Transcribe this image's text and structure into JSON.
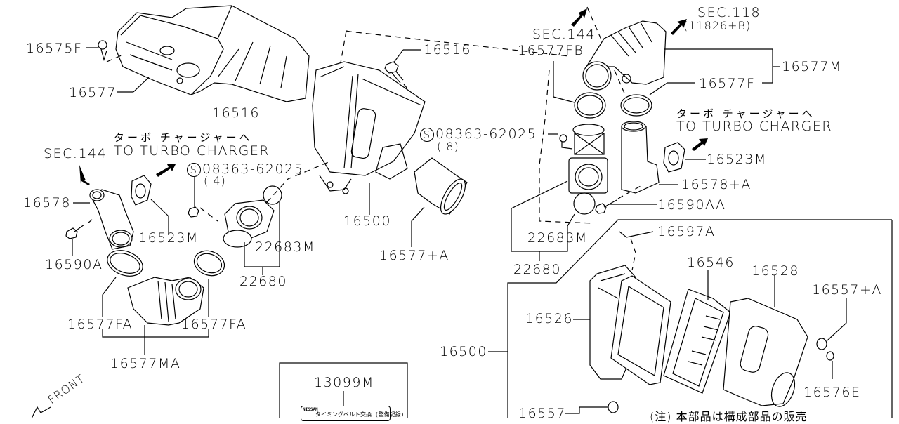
{
  "diagram": {
    "title": "Air Cleaner / Air Duct Parts Diagram",
    "parts": {
      "p16575F": "16575F",
      "p16577": "16577",
      "p16516a": "16516",
      "p16516b": "16516",
      "sec144_left": "SEC.144",
      "p16578": "16578",
      "p16590A": "16590A",
      "p16523M_left": "16523M",
      "bolt_left": "08363-62025",
      "bolt_left_qty": "( 4)",
      "p22683M_left": "22683M",
      "p22680_left": "22680",
      "p16577FA_left": "16577FA",
      "p16577FA_right": "16577FA",
      "p16577MA": "16577MA",
      "p16500_center": "16500",
      "p16577A": "16577+A",
      "bolt_center": "08363-62025",
      "bolt_center_qty": "( 8)",
      "sec144_right": "SEC.144",
      "p16577FB": "16577FB",
      "sec118": "SEC.118",
      "sec118_sub": "(11826+B)",
      "p16577M": "16577M",
      "p16577F": "16577F",
      "p16523M_right": "16523M",
      "p16578A": "16578+A",
      "p16590AA": "16590AA",
      "p22683M_right": "22683M",
      "p22680_right": "22680",
      "p16597A": "16597A",
      "p16546": "16546",
      "p16528": "16528",
      "p16557A": "16557+A",
      "p16526": "16526",
      "p16500_right": "16500",
      "p16576E": "16576E",
      "p16557": "16557",
      "p13099M": "13099M"
    },
    "notes": {
      "turbo_jp_left": "ターボ チャージャーへ",
      "turbo_en_left": "TO TURBO CHARGER",
      "turbo_jp_right": "ターボ チャージャーへ",
      "turbo_en_right": "TO TURBO CHARGER",
      "front": "FRONT",
      "s_symbol": "S",
      "label_sticker_brand": "NISSAN",
      "label_sticker_text": "タイミングベルト交換 (整備記録)",
      "bottom_note": "(注) 本部品は構成部品の販売"
    }
  }
}
